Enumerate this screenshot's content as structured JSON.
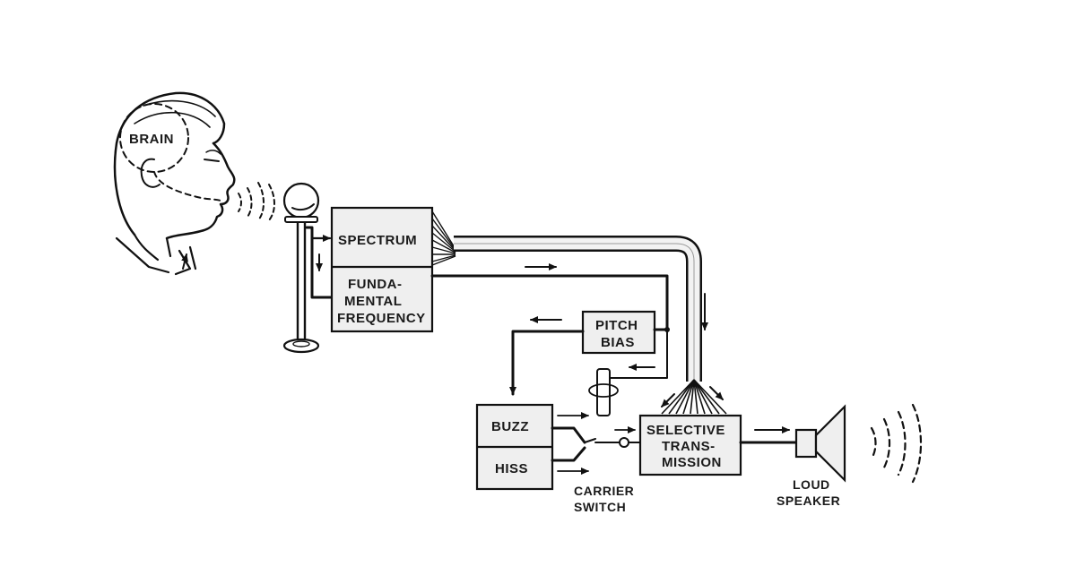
{
  "labels": {
    "brain": "BRAIN",
    "spectrum": "SPECTRUM",
    "fundamental": [
      "FUNDA-",
      "MENTAL",
      "FREQUENCY"
    ],
    "pitch_bias": [
      "PITCH",
      "BIAS"
    ],
    "buzz": "BUZZ",
    "hiss": "HISS",
    "selective_transmission": [
      "SELECTIVE",
      "TRANS-",
      "MISSION"
    ],
    "carrier_switch": [
      "CARRIER",
      "SWITCH"
    ],
    "loud_speaker": [
      "LOUD",
      "SPEAKER"
    ]
  },
  "colors": {
    "line": "#111111",
    "box_fill": "#efefef",
    "background": "#ffffff"
  }
}
